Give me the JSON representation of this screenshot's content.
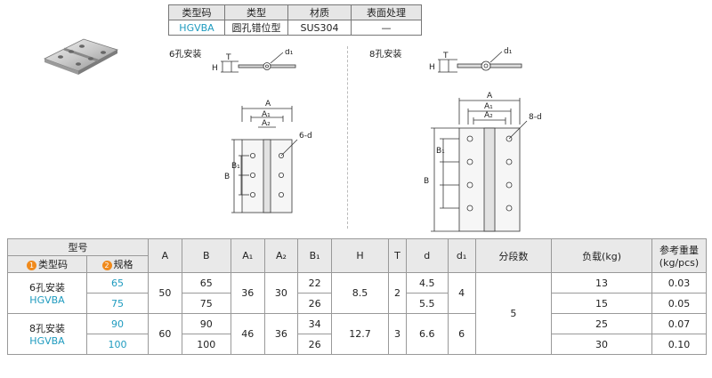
{
  "spec": {
    "headers": [
      "类型码",
      "类型",
      "材质",
      "表面处理"
    ],
    "row": [
      "HGVBA",
      "圆孔错位型",
      "SUS304",
      "—"
    ]
  },
  "drawings": {
    "six_hole": {
      "caption": "6孔安装",
      "labels": {
        "A": "A",
        "A1": "A₁",
        "A2": "A₂",
        "B": "B",
        "B1": "B₁",
        "H": "H",
        "T": "T",
        "d1": "d₁",
        "holes": "6-d"
      }
    },
    "eight_hole": {
      "caption": "8孔安装",
      "labels": {
        "A": "A",
        "A1": "A₁",
        "A2": "A₂",
        "B": "B",
        "B1": "B₁",
        "H": "H",
        "T": "T",
        "d1": "d₁",
        "holes": "8-d"
      }
    }
  },
  "table": {
    "model_header": "型号",
    "type_code_header": "类型码",
    "spec_header": "规格",
    "badge1": "1",
    "badge2": "2",
    "columns": [
      "A",
      "B",
      "A₁",
      "A₂",
      "B₁",
      "H",
      "T",
      "d",
      "d₁",
      "分段数",
      "负载(kg)",
      "参考重量(kg/pcs)"
    ],
    "groups": [
      {
        "install": "6孔安装",
        "code": "HGVBA",
        "A": "50",
        "A1": "36",
        "A2": "30",
        "H": "8.5",
        "T": "2",
        "d1": "4"
      },
      {
        "install": "8孔安装",
        "code": "HGVBA",
        "A": "60",
        "A1": "46",
        "A2": "36",
        "H": "12.7",
        "T": "3",
        "d1": "6"
      }
    ],
    "segments": "5",
    "rows": [
      {
        "spec": "65",
        "B": "65",
        "B1": "22",
        "d": "4.5",
        "load": "13",
        "weight": "0.03"
      },
      {
        "spec": "75",
        "B": "75",
        "B1": "26",
        "d": "5.5",
        "load": "15",
        "weight": "0.05"
      },
      {
        "spec": "90",
        "B": "90",
        "B1": "34",
        "d": "6.6",
        "load": "25",
        "weight": "0.07"
      },
      {
        "spec": "100",
        "B": "100",
        "B1": "26",
        "d": "6.6",
        "load": "30",
        "weight": "0.10"
      }
    ]
  }
}
